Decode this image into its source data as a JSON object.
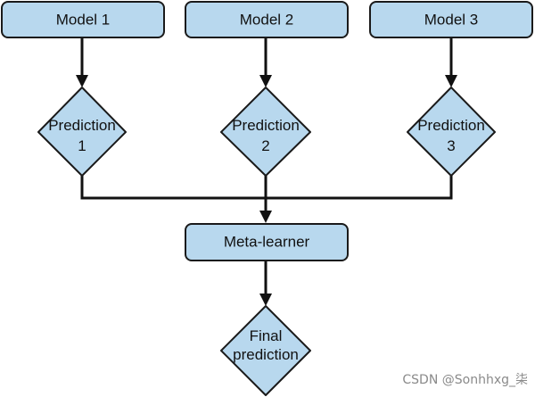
{
  "models": [
    {
      "label": "Model 1"
    },
    {
      "label": "Model 2"
    },
    {
      "label": "Model 3"
    }
  ],
  "predictions": [
    {
      "line1": "Prediction",
      "line2": "1"
    },
    {
      "line1": "Prediction",
      "line2": "2"
    },
    {
      "line1": "Prediction",
      "line2": "3"
    }
  ],
  "meta_learner": {
    "label": "Meta-learner"
  },
  "final_prediction": {
    "line1": "Final",
    "line2": "prediction"
  },
  "watermark": "CSDN @Sonhhxg_柒",
  "colors": {
    "node_fill": "#b8d8ee",
    "stroke": "#1a1a1a"
  }
}
